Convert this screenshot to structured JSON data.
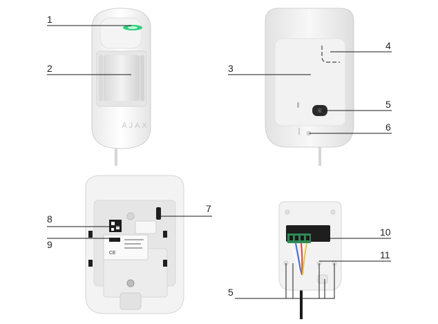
{
  "callouts": {
    "c1": "1",
    "c2": "2",
    "c3": "3",
    "c4": "4",
    "c5_top": "5",
    "c6": "6",
    "c7": "7",
    "c8": "8",
    "c9": "9",
    "c10": "10",
    "c11": "11",
    "c5_bottom": "5"
  },
  "branding": {
    "logo_text": "AJAX"
  },
  "label_sticker": {
    "ce_mark": "CE"
  },
  "colors": {
    "led": "#29d27a",
    "terminal_block": "#2f8a55",
    "wire_blue": "#3a6fd8",
    "wire_red": "#e0453a",
    "wire_yellow": "#e8c53a"
  }
}
